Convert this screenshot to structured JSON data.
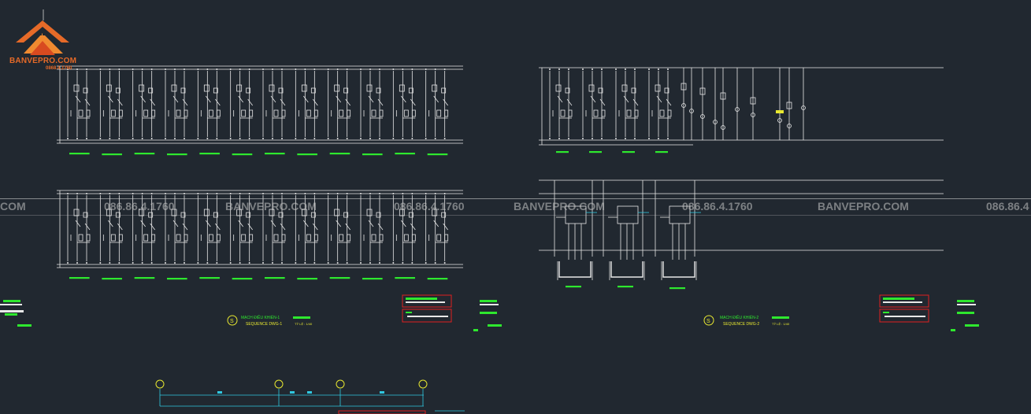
{
  "brand": {
    "name": "BANVEPRO.COM",
    "phone": "0868.4.1760"
  },
  "watermark": {
    "items": [
      "COM",
      "086.86.4.1760",
      "BANVEPRO.COM",
      "086.86.4.1760",
      "BANVEPRO.COM",
      "086.86.4.1760",
      "BANVEPRO.COM",
      "086.86.4"
    ]
  },
  "drawings": {
    "left": {
      "title": "MẠCH ĐIỀU KHIỂN-1",
      "subtitle": "SEQUENCE DWG-1",
      "scale": "TỶ LỆ : 1/40"
    },
    "right": {
      "title": "MẠCH ĐIỀU KHIỂN-2",
      "subtitle": "SEQUENCE DWG-2",
      "scale": "TỶ LỆ : 1/40"
    },
    "bubble_symbol": "S"
  },
  "colors": {
    "background": "#212830",
    "line": "#e8e8e8",
    "green": "#2ee82e",
    "red": "#e02020",
    "yellow": "#e8e830",
    "cyan": "#30c8e0",
    "orange": "#e66a28"
  }
}
